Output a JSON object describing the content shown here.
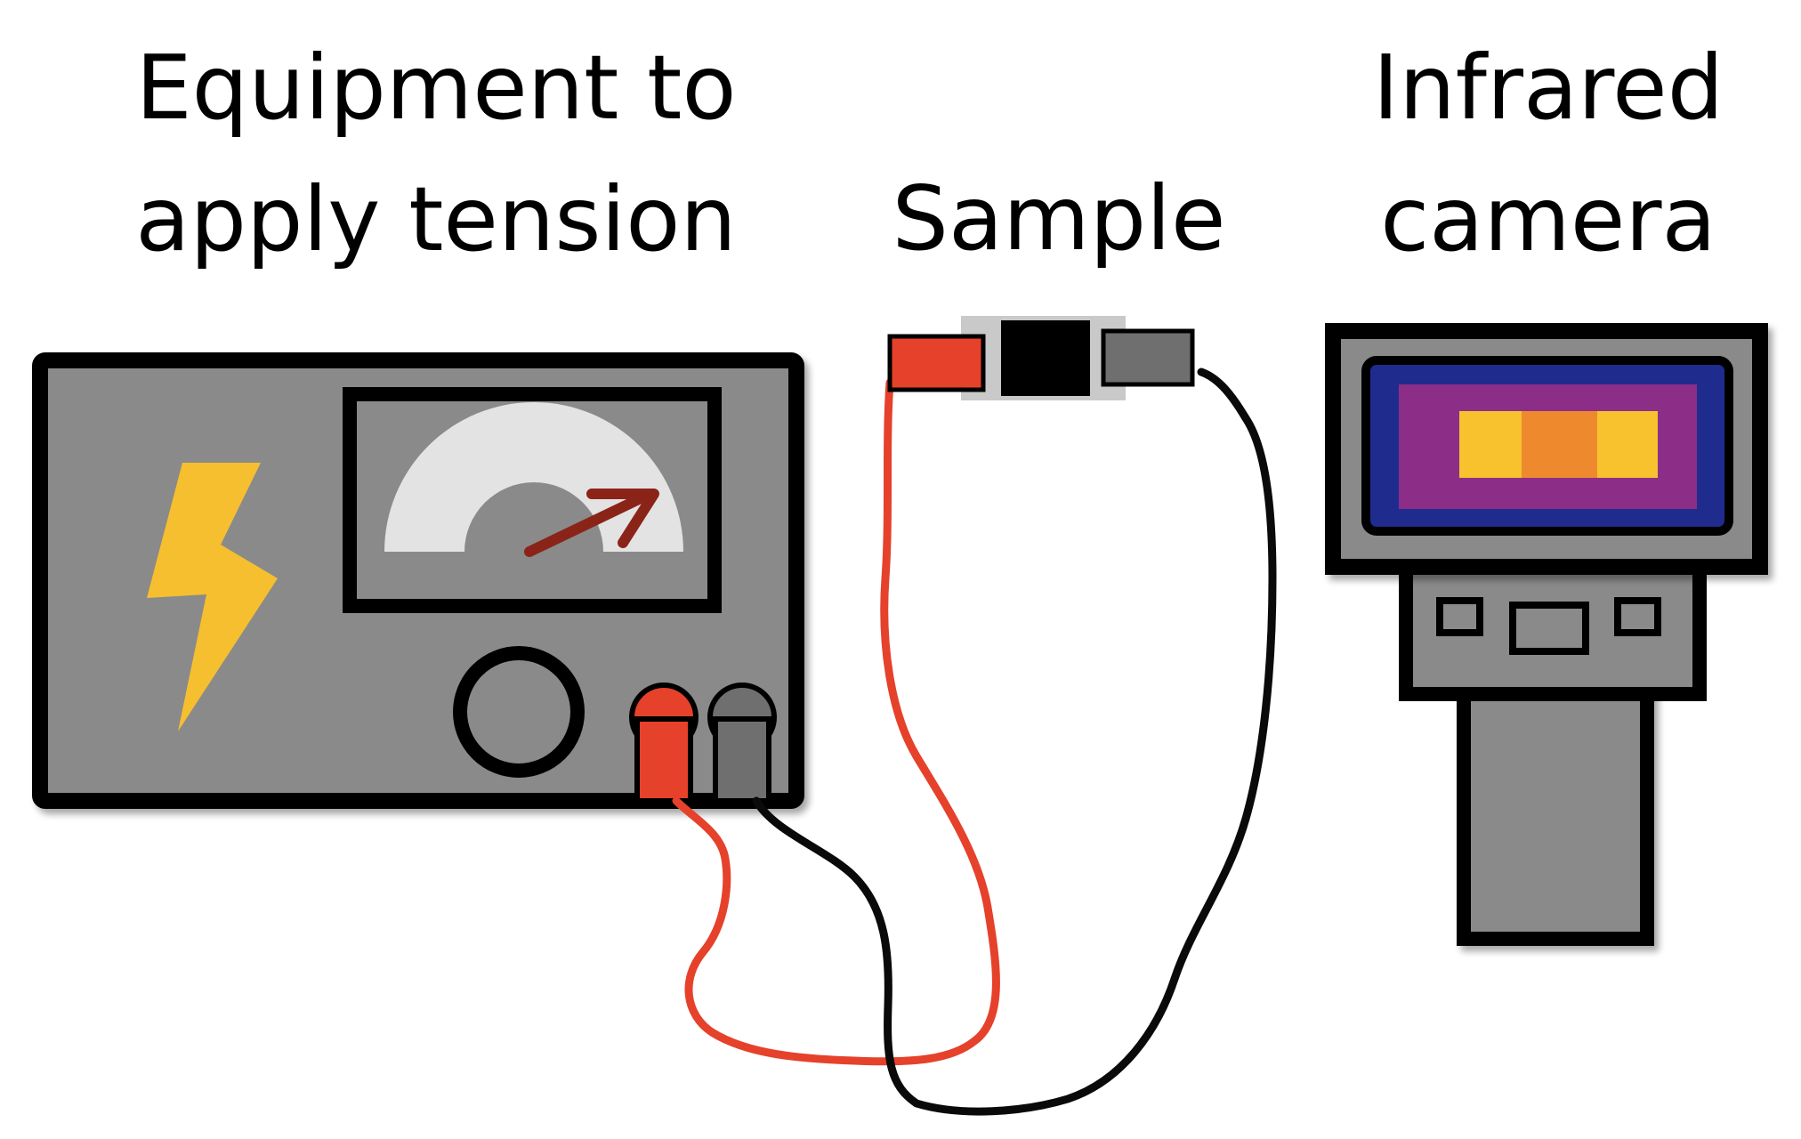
{
  "labels": {
    "equipment": {
      "line1": "Equipment to",
      "line2": "apply tension"
    },
    "sample": "Sample",
    "camera": {
      "line1": "Infrared",
      "line2": "camera"
    }
  },
  "colors": {
    "device_body": "#8a8a8a",
    "outline": "#000000",
    "meter_face": "#e3e3e3",
    "needle": "#8b2418",
    "lightning": "#f6bf30",
    "red_lead": "#e5412b",
    "black_lead": "#0a0a0a",
    "grey_clip": "#6f6f6f",
    "sample_holder": "#c9c9c9",
    "screen_outer": "#1f2c8e",
    "screen_inner": "#8c2e88",
    "hot_yellow": "#f8c12e",
    "hot_orange": "#ee8a2d"
  },
  "icons": {
    "power_supply": "power-supply-icon",
    "lightning": "lightning-bolt-icon",
    "meter": "analog-meter-icon",
    "knob": "dial-knob-icon",
    "terminal_red": "red-terminal-icon",
    "terminal_black": "black-terminal-icon",
    "sample": "sample-icon",
    "camera": "infrared-camera-icon"
  }
}
